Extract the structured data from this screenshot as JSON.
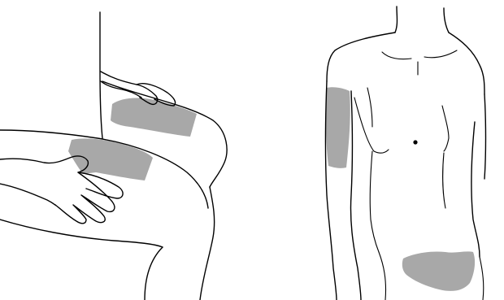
{
  "figure": {
    "panels": [
      {
        "name": "left-panel",
        "description_name": "thigh-and-buttock-side-view",
        "sites": [
          "upper-buttock-site",
          "front-thigh-site"
        ]
      },
      {
        "name": "right-panel",
        "description_name": "torso-front-view",
        "sites": [
          "upper-arm-site",
          "abdomen-site"
        ]
      }
    ]
  },
  "colors": {
    "background": "#ffffff",
    "line": "#000000",
    "injection_site": "#a8a8a8"
  },
  "icons": {
    "navel": "navel-dot-icon"
  }
}
